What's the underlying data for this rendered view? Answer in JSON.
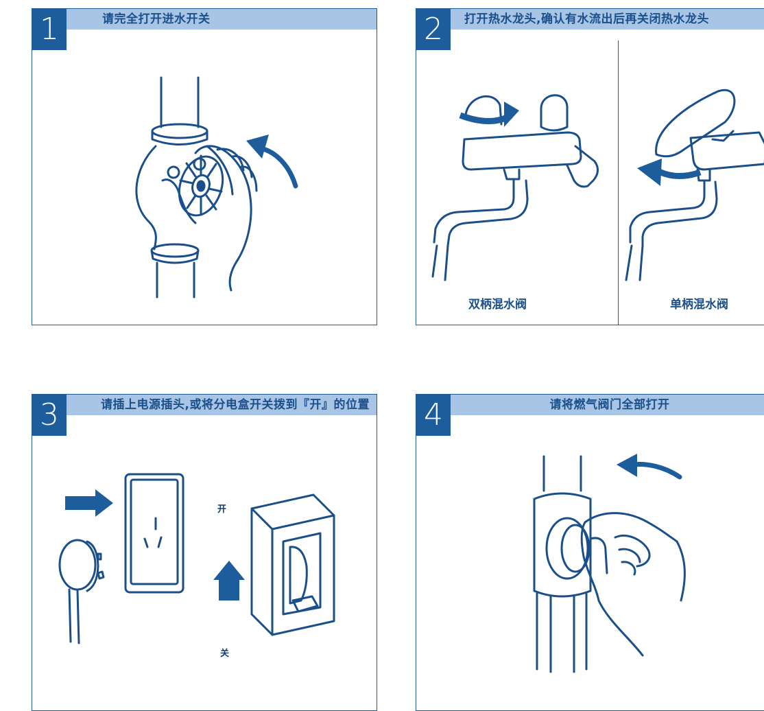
{
  "colors": {
    "accent": "#1d5d9b",
    "title_bar": "#a8c5e6",
    "line": "#1a5a96"
  },
  "steps": [
    {
      "number": "1",
      "title": "请完全打开进水开关"
    },
    {
      "number": "2",
      "title": "打开热水龙头,确认有水流出后再关闭热水龙头",
      "left_caption": "双柄混水阀",
      "right_caption": "单柄混水阀"
    },
    {
      "number": "3",
      "title": "请插上电源插头,或将分电盒开关拨到『开』的位置",
      "switch_on": "开",
      "switch_off": "关"
    },
    {
      "number": "4",
      "title": "请将燃气阀门全部打开"
    }
  ]
}
